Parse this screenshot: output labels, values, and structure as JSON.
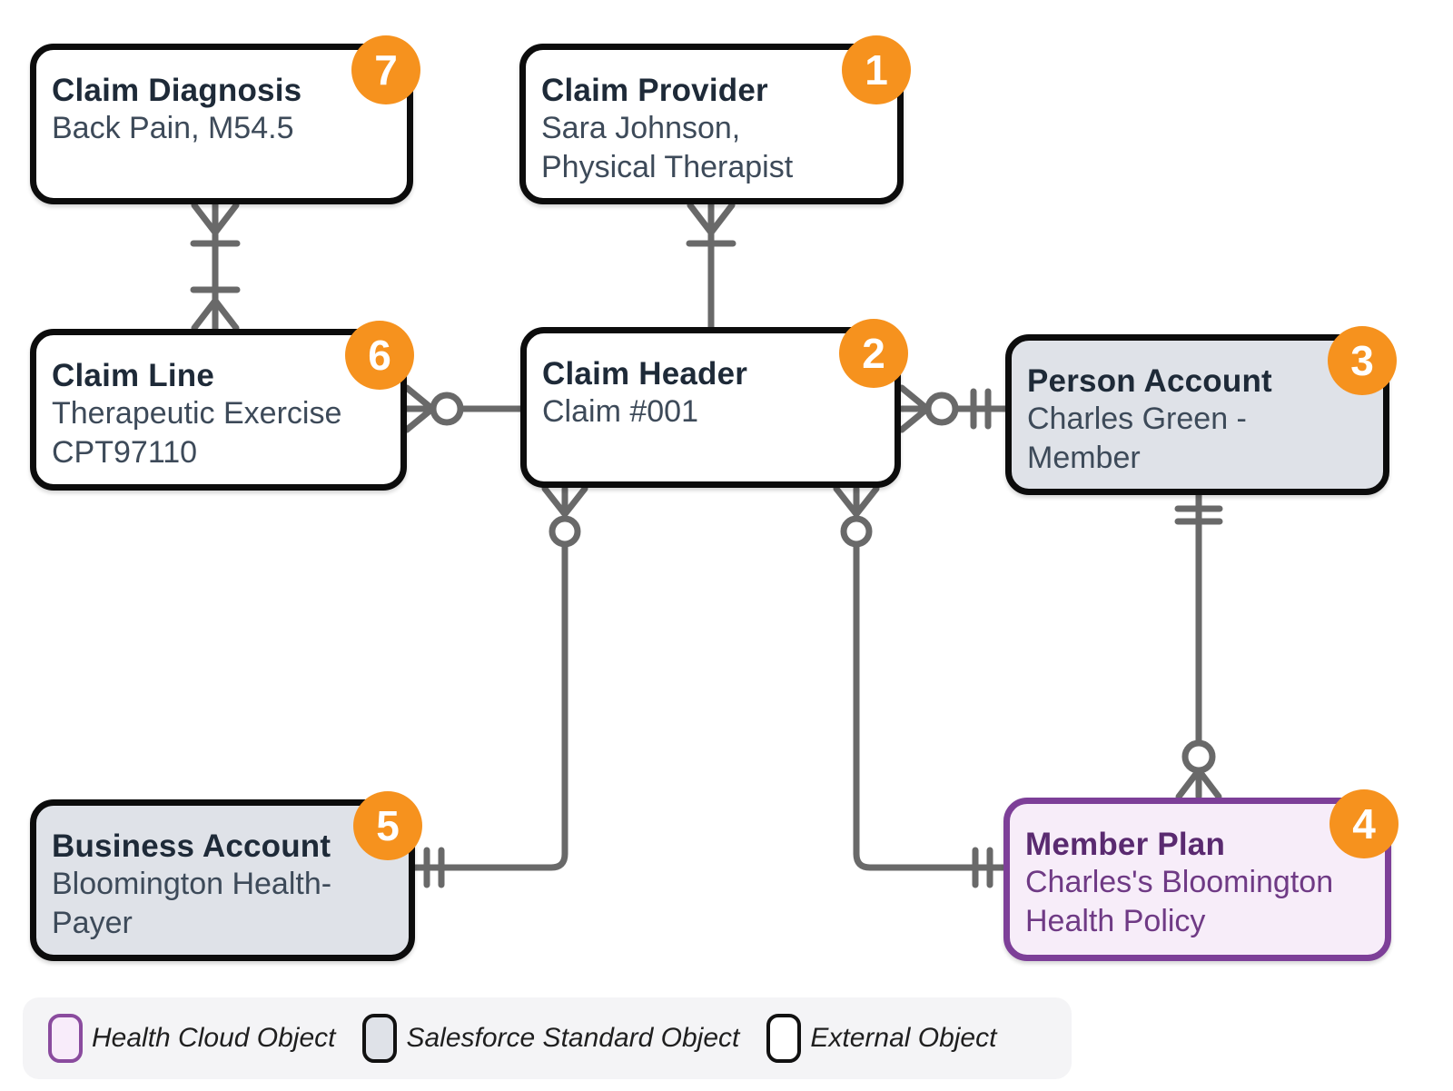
{
  "diagram": {
    "nodes": [
      {
        "id": "claim-diagnosis",
        "badge": "7",
        "type": "external",
        "title": "Claim Diagnosis",
        "sub_lines": [
          "Back Pain, M54.5"
        ]
      },
      {
        "id": "claim-provider",
        "badge": "1",
        "type": "external",
        "title": "Claim Provider",
        "sub_lines": [
          "Sara Johnson,",
          "Physical Therapist"
        ]
      },
      {
        "id": "claim-line",
        "badge": "6",
        "type": "external",
        "title": "Claim Line",
        "sub_lines": [
          "Therapeutic Exercise",
          "CPT97110"
        ]
      },
      {
        "id": "claim-header",
        "badge": "2",
        "type": "external",
        "title": "Claim Header",
        "sub_lines": [
          "Claim #001"
        ]
      },
      {
        "id": "person-account",
        "badge": "3",
        "type": "standard",
        "title": "Person Account",
        "sub_lines": [
          "Charles Green -",
          "Member"
        ]
      },
      {
        "id": "business-account",
        "badge": "5",
        "type": "standard",
        "title": "Business Account",
        "sub_lines": [
          "Bloomington Health-",
          "Payer"
        ]
      },
      {
        "id": "member-plan",
        "badge": "4",
        "type": "health-cloud",
        "title": "Member Plan",
        "sub_lines": [
          "Charles's Bloomington",
          "Health Policy"
        ]
      }
    ],
    "relationships": [
      "claim-diagnosis many-to-many claim-line",
      "claim-provider many-to-one claim-header",
      "claim-line zero-or-many claim-header",
      "claim-header zero-or-many to exactly-one person-account",
      "claim-header zero-or-many to exactly-one business-account",
      "claim-header zero-or-many to exactly-one member-plan",
      "person-account exactly-one to zero-or-many member-plan"
    ],
    "legend": {
      "items": [
        {
          "label": "Health Cloud Object",
          "type": "health-cloud"
        },
        {
          "label": "Salesforce Standard Object",
          "type": "standard"
        },
        {
          "label": "External Object",
          "type": "external"
        }
      ]
    },
    "colors": {
      "badge_orange": "#f6921e",
      "connector_gray": "#696969",
      "standard_fill": "#dfe2e8",
      "health_cloud_border": "#7d3f98",
      "health_cloud_fill": "#f7edf9",
      "title_text": "#1e2a38",
      "member_plan_title": "#5a2a70"
    }
  }
}
